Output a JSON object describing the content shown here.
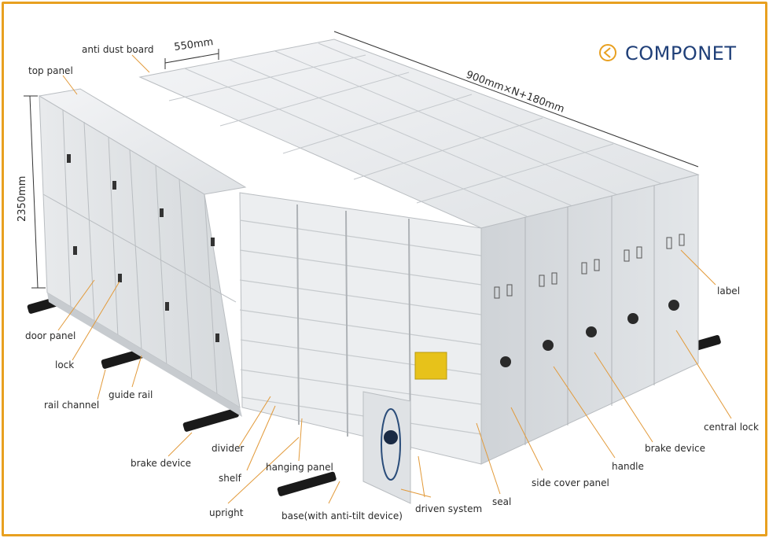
{
  "title": "COMPONET",
  "dimensions": {
    "width": "550mm",
    "length": "900mm×N+180mm",
    "height": "2350mm"
  },
  "labels": {
    "anti_dust_board": "anti dust board",
    "top_panel": "top panel",
    "door_panel": "door panel",
    "lock": "lock",
    "rail_channel": "rail channel",
    "guide_rail": "guide rail",
    "brake_device_left": "brake device",
    "divider": "divider",
    "shelf": "shelf",
    "hanging_panel": "hanging panel",
    "upright": "upright",
    "base": "base(with anti-tilt device)",
    "driven_system": "driven system",
    "seal": "seal",
    "side_cover_panel": "side cover panel",
    "handle": "handle",
    "brake_device_right": "brake device",
    "central_lock": "central lock",
    "label": "label"
  },
  "colors": {
    "frame": "#e8a020",
    "title": "#1f3f78",
    "leader": "#e29a3a",
    "metal_light": "#eef0f2",
    "metal_mid": "#d9dcdf",
    "metal_dark": "#b9bdc1",
    "rail": "#1a1a1a",
    "box": "#e7c21a"
  }
}
